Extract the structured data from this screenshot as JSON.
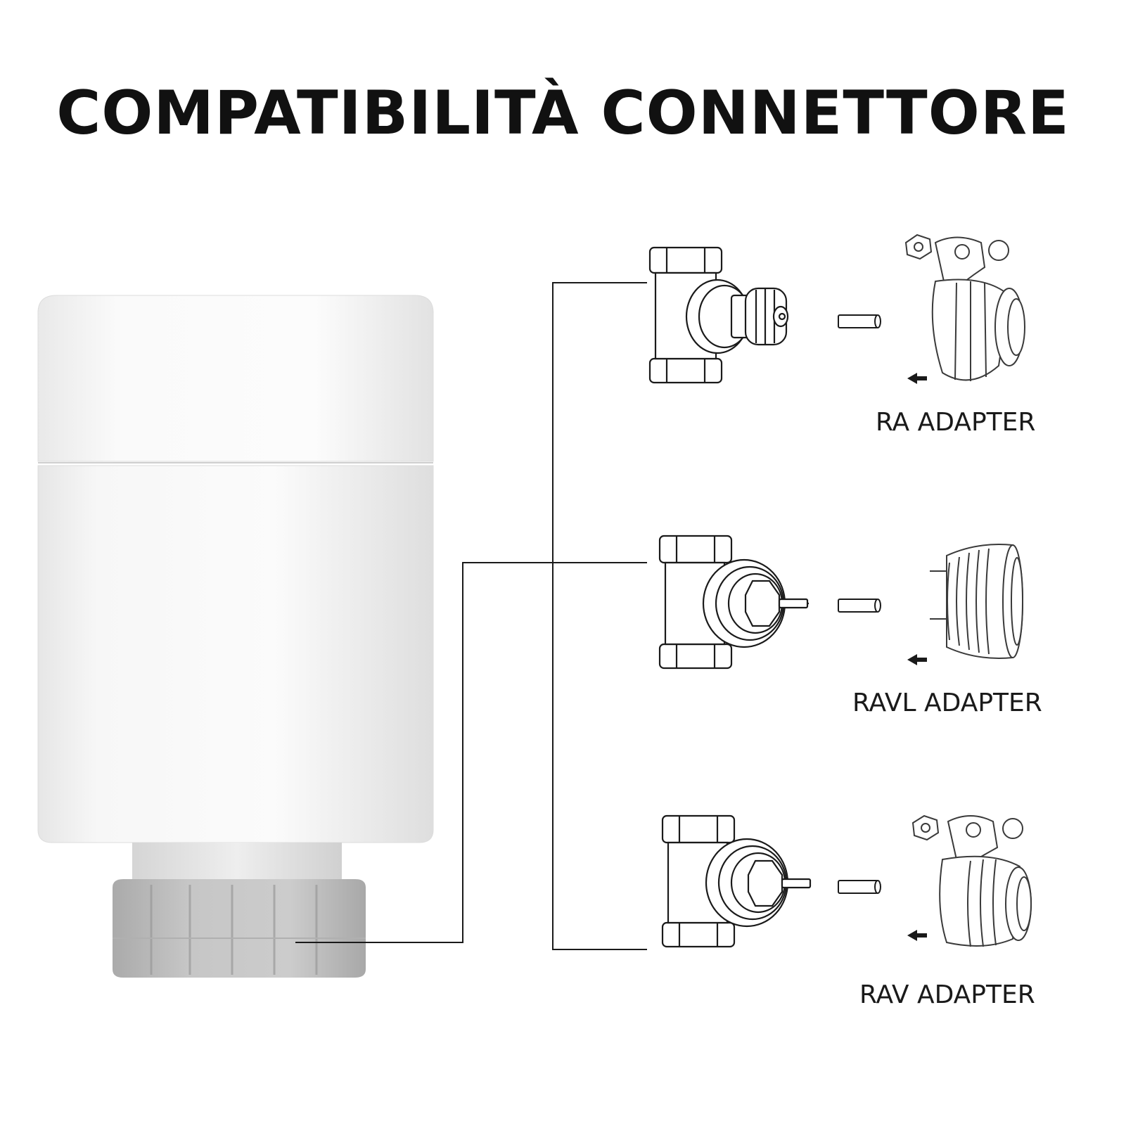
{
  "title": "COMPATIBILITÀ CONNETTORE",
  "adapters": [
    {
      "label": "RA ADAPTER"
    },
    {
      "label": "RAVL ADAPTER"
    },
    {
      "label": "RAV ADAPTER"
    }
  ],
  "colors": {
    "line": "#1a1a1a",
    "body": "#f4f4f4",
    "nut": "#bdbdbd",
    "text": "#111111"
  }
}
